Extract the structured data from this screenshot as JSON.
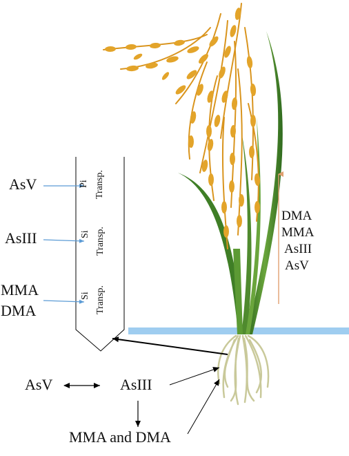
{
  "root_cell": {
    "inputs": [
      {
        "label": "AsV",
        "transporter_prefix": "Pi",
        "transporter_suffix": "Transp."
      },
      {
        "label": "AsIII",
        "transporter_prefix": "Si",
        "transporter_suffix": "Transp."
      },
      {
        "label_line1": "MMA",
        "label_line2": "DMA",
        "transporter_prefix": "Si",
        "transporter_suffix": "Transp."
      }
    ]
  },
  "translocation": {
    "species": [
      "DMA",
      "MMA",
      "AsIII",
      "AsV"
    ]
  },
  "soil": {
    "left": "AsV",
    "center": "AsIII",
    "bottom": "MMA and DMA"
  },
  "colors": {
    "arrow_blue": "#5b9bd5",
    "arrow_orange": "#e0a070",
    "soil_line": "#9fcdf0",
    "grain": "#e3a42a",
    "leaf": "#4f8a2e"
  }
}
